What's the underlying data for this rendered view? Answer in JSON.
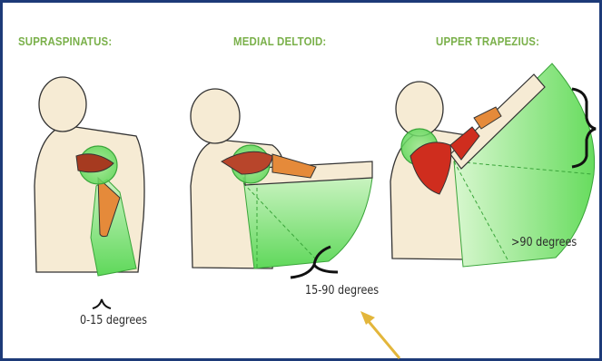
{
  "panels": [
    {
      "muscle": "SUPRASPINATUS:",
      "range_label": "0-15 degrees"
    },
    {
      "muscle": "MEDIAL DELTOID:",
      "range_label": "15-90 degrees"
    },
    {
      "muscle": "UPPER TRAPEZIUS:",
      "range_label": ">90 degrees"
    }
  ],
  "colors": {
    "title_green": "#7ab04a",
    "cone_green": "#5fd85a",
    "skin": "#f6ebd4",
    "muscle_red": "#cf2d1e",
    "arrow_yellow": "#e3b63b",
    "frame_blue": "#1d3a78"
  }
}
